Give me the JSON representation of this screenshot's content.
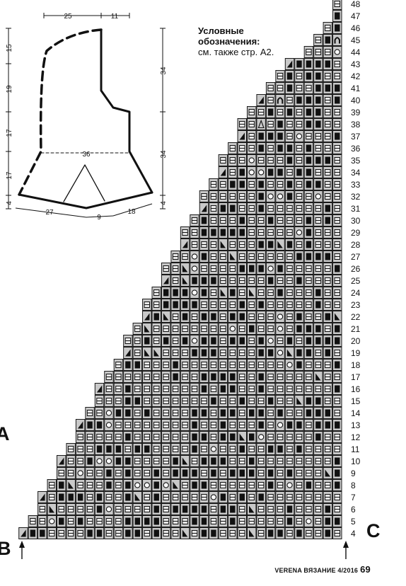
{
  "schematic": {
    "labels": {
      "top_width": "25",
      "top_shoulder": "11",
      "left_1": "15",
      "left_2": "19",
      "left_3": "17",
      "left_4": "17",
      "left_5": "4",
      "right_upper": "34",
      "right_lower": "34",
      "right_bottom": "4",
      "middle_width": "36",
      "bottom_left": "27",
      "bottom_mid": "9",
      "bottom_right": "18"
    }
  },
  "legend": {
    "title_line1": "Условные",
    "title_line2": "обозначения:",
    "note": "см. также стр. А2."
  },
  "chart": {
    "rows": [
      "4",
      "5",
      "6",
      "7",
      "8",
      "9",
      "10",
      "11",
      "12",
      "13",
      "14",
      "15",
      "16",
      "17",
      "18",
      "19",
      "20",
      "21",
      "22",
      "23",
      "24",
      "25",
      "26",
      "27",
      "28",
      "29",
      "30",
      "31",
      "32",
      "33",
      "34",
      "35",
      "36",
      "37",
      "38",
      "39",
      "40",
      "41",
      "42",
      "43",
      "44",
      "45",
      "46",
      "47",
      "48"
    ],
    "symbols": [
      "plain",
      "filled",
      "circle",
      "diag-left",
      "diag-right",
      "arch",
      "triangle"
    ],
    "colors": {
      "cell_bg": "#c9c9c9",
      "cell_border": "#1a1a1a",
      "filled": "#111111"
    }
  },
  "markers": {
    "left": "В",
    "right": "С",
    "left_edge": "А"
  },
  "footer": {
    "brand": "VERENA ВЯЗАНИЕ 4/2016",
    "page": "69"
  }
}
